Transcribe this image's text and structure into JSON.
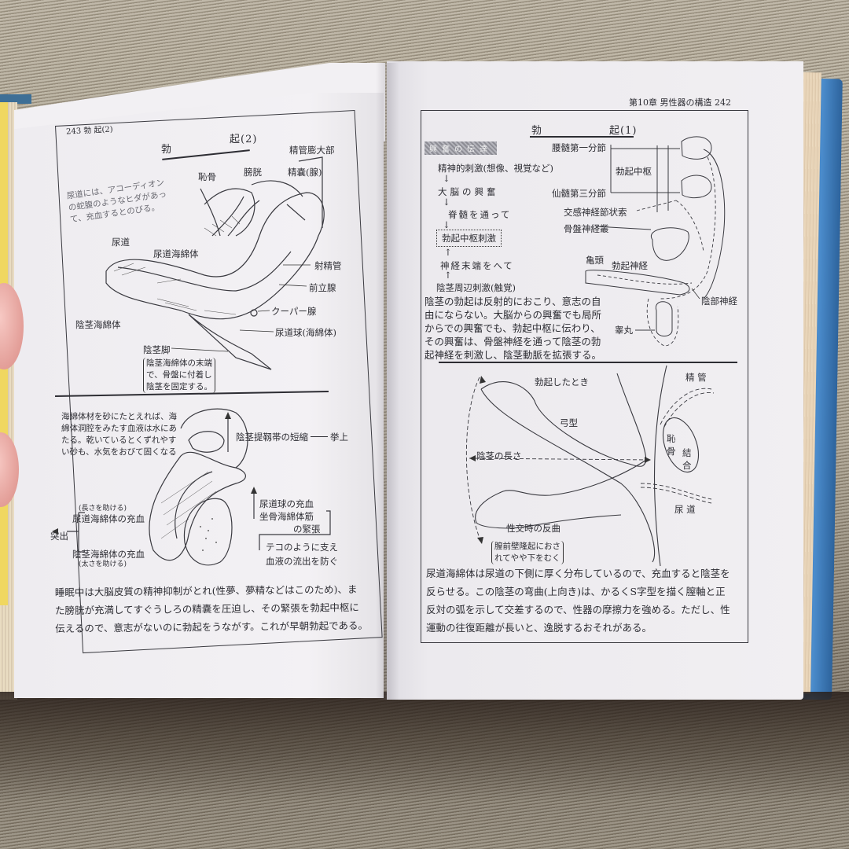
{
  "left_page": {
    "running_header": "243 勃 起(2)",
    "section_title": {
      "left": "勃",
      "right": "起(2)"
    },
    "top_figure": {
      "note": [
        "尿道には、アコーディオン",
        "の蛇腹のようなヒダがあっ",
        "て、充血するとのびる。"
      ],
      "labels": {
        "seminal_ampulla": "精管膨大部",
        "pubis": "恥骨",
        "bladder": "膀胱",
        "seminal_vesicle": "精嚢(腺)",
        "urethra": "尿道",
        "corpus_spongiosum": "尿道海綿体",
        "ejaculatory_duct": "射精管",
        "prostate": "前立腺",
        "corpus_cavernosum": "陰茎海綿体",
        "cowper_gland": "クーパー腺",
        "bulb": "尿道球(海綿体)",
        "crus": "陰茎脚"
      },
      "crus_note": [
        "陰茎海綿体の末端",
        "で、骨盤に付着し",
        "陰茎を固定する。"
      ]
    },
    "bottom_figure": {
      "note": [
        "海綿体材を砂にたとえれば、海",
        "綿体洞腔をみたす血液は水にあ",
        "たる。乾いているとくずれやす",
        "い砂も、水気をおびて固くなる"
      ],
      "suspensory": "陰茎提靱帯の短縮",
      "lift": "挙上",
      "bulb_fill": "尿道球の充血",
      "ischio_1": "坐骨海綿体筋",
      "ischio_2": "の緊張",
      "support_1": "テコのように支え",
      "support_2": "血液の流出を防ぐ",
      "spongiosum_sub": "(長さを助ける)",
      "spongiosum_fill": "尿道海綿体の充血",
      "protrude": "突出",
      "cavernosum_fill": "陰茎海綿体の充血",
      "cavernosum_sub": "(太さを助ける)"
    },
    "paragraph": [
      "睡眠中は大脳皮質の精神抑制がとれ(性夢、夢精などはこのため)、ま",
      "た膀胱が充満してすぐうしろの精嚢を圧迫し、その緊張を勃起中枢に",
      "伝えるので、意志がないのに勃起をうながす。これが早朝勃起である。"
    ]
  },
  "right_page": {
    "running_header": "第10章 男性器の構造  242",
    "section_title": {
      "left": "勃",
      "right": "起(1)"
    },
    "flow": {
      "header": "興奮の伝達",
      "steps": [
        "精神的刺激(想像、視覚など)",
        "大脳の興奮",
        "脊髄を通って",
        "勃起中枢刺激",
        "神経末端をへて",
        "陰茎周辺刺激(触覚)"
      ],
      "arrow_down": "↓",
      "arrow_up": "↑"
    },
    "nerve_figure": {
      "lumbar": "腰髄第一分節",
      "center": "勃起中枢",
      "sacral": "仙髄第三分節",
      "sympathetic": "交感神経節状索",
      "pelvic": "骨盤神経叢",
      "glans": "亀頭",
      "erectile_nerve": "勃起神経",
      "pudendal": "陰部神経",
      "testis": "睾丸"
    },
    "reflex_paragraph": [
      "陰茎の勃起は反射的におこり、意志の自",
      "由にならない。大脳からの興奮でも局所",
      "からでの興奮でも、勃起中枢に伝わり、",
      "その興奮は、骨盤神経を通って陰茎の勃",
      "起神経を刺激し、陰茎動脈を拡張する。"
    ],
    "curve_figure": {
      "erect": "勃起したとき",
      "bow": "弓型",
      "length": "陰茎の長さ",
      "vas": "精 管",
      "symphysis_1": "恥骨",
      "symphysis_2": "結合",
      "urethra": "尿 道",
      "coitus": "性交時の反曲",
      "note_1": "膣前壁隆起におさ",
      "note_2": "れてやや下をむく"
    },
    "paragraph": [
      "尿道海綿体は尿道の下側に厚く分布しているので、充血すると陰茎を",
      "反らせる。この陰茎の弯曲(上向き)は、かるくS字型を描く膣軸と正",
      "反対の弧を示して交差するので、性器の摩擦力を強める。ただし、性",
      "運動の往復距離が長いと、逸脱するおそれがある。"
    ]
  },
  "colors": {
    "page": "#f1eff2",
    "ink": "#2d2d33",
    "cover_blue": "#3e7bb8",
    "edge_yellow": "#f0d760",
    "tatami": "#a89e8a"
  }
}
